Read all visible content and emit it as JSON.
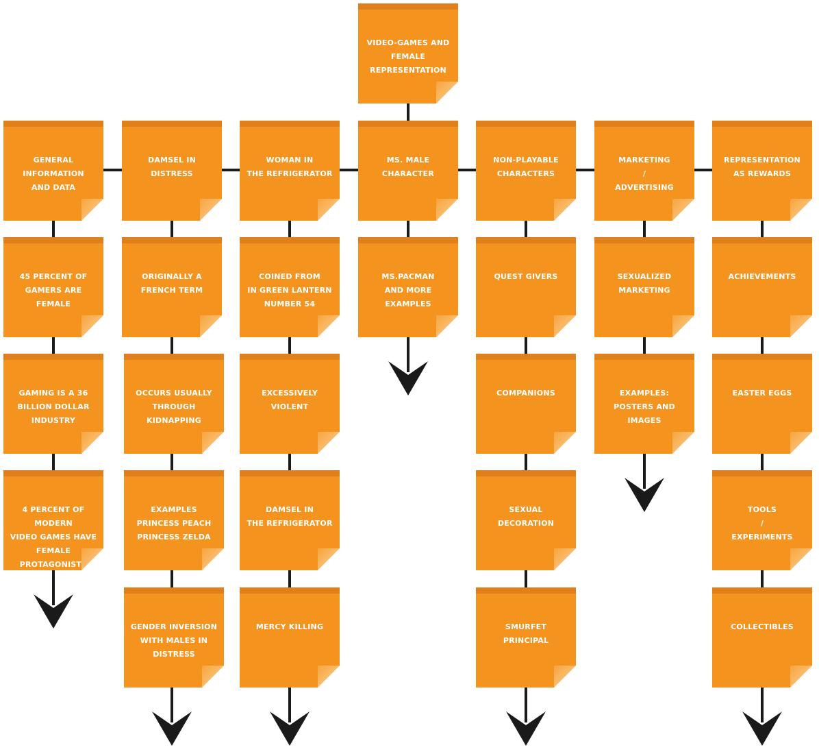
{
  "root": {
    "label": "Video-Games and\nFemale Representation"
  },
  "columns": [
    {
      "header": "General Information\nand Data",
      "items": [
        "45 Percent of\nGamers are Female",
        "Gaming is a 36\nbillion dollar\nindustry",
        "4 Percent of modern\nvideo games have\nfemale protagonists"
      ]
    },
    {
      "header": "Damsel in\nDistress",
      "items": [
        "Originally a\nFrench Term",
        "Occurs usually\nthrough\nkidnapping",
        "Examples\nPrincess Peach\nPrincess Zelda",
        "Gender Inversion\nwith males in\ndistress"
      ]
    },
    {
      "header": "Woman in\nthe Refrigerator",
      "items": [
        "Coined from\nin Green Lantern\nnumber 54",
        "Excessively\nViolent",
        "Damsel in\nthe Refrigerator",
        "Mercy Killing"
      ]
    },
    {
      "header": "Ms. Male\nCharacter",
      "items": [
        "Ms.Pacman\nand more\nexamples"
      ]
    },
    {
      "header": "Non-Playable\nCharacters",
      "items": [
        "Quest Givers",
        "Companions",
        "Sexual Decoration",
        "Smurfet\nPrincipal"
      ]
    },
    {
      "header": "Marketing\n/\nAdvertising",
      "items": [
        "Sexualized\nMarketing",
        "Examples:\nPosters and images"
      ]
    },
    {
      "header": "Representation\nas Rewards",
      "items": [
        "Achievements",
        "Easter Eggs",
        "Tools\n/\nExperiments",
        "Collectibles"
      ]
    }
  ],
  "colors": {
    "note": "#f5931f",
    "note_top": "#e0801c",
    "connector": "#1a1a1a",
    "text": "#ffffff"
  }
}
